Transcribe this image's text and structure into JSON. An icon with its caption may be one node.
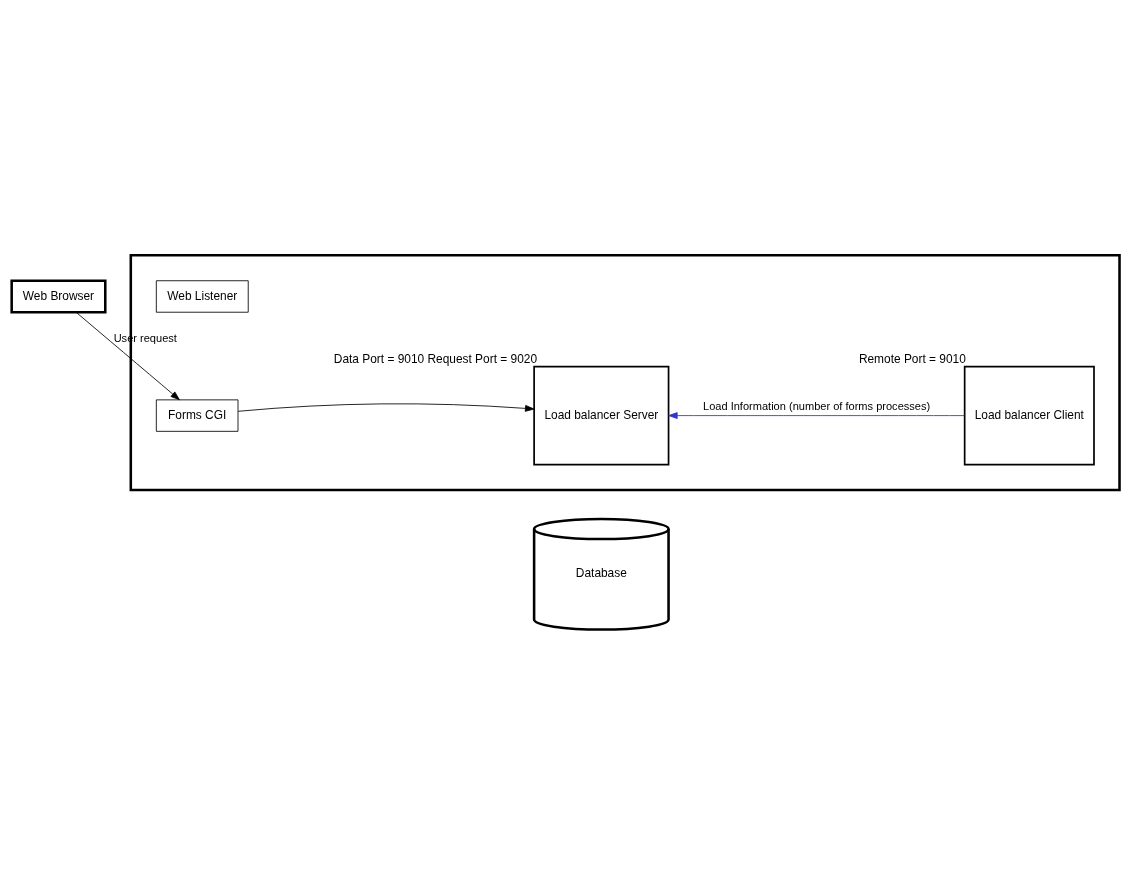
{
  "diagram": {
    "nodes": [
      {
        "text": [
          "Web Browser"
        ]
      },
      {
        "text": [],
        "shape": "box"
      },
      {
        "text": [
          "Web Listener"
        ],
        "in": 1
      },
      {
        "text": [
          "Forms CGI"
        ],
        "in": 1
      },
      {
        "text": [
          "Load balancer Server"
        ],
        "in": 1,
        "beside": [
          "Data Port = 9010 Request Port = 9020"
        ]
      },
      {
        "text": [
          "Load balancer Client"
        ],
        "in": 1,
        "beside": [
          "Remote Port = 9010"
        ]
      },
      {
        "text": [
          "Database"
        ]
      }
    ],
    "edges": [
      {
        "from": 0,
        "to": 3,
        "arrow": "to",
        "label": "User request"
      },
      {
        "from": 3,
        "to": 4,
        "arrow": "to"
      },
      {
        "from": 5,
        "to": 4,
        "arrow": "to",
        "label": "Load Information (number of forms processes)",
        "color": "#3333cc"
      }
    ]
  }
}
